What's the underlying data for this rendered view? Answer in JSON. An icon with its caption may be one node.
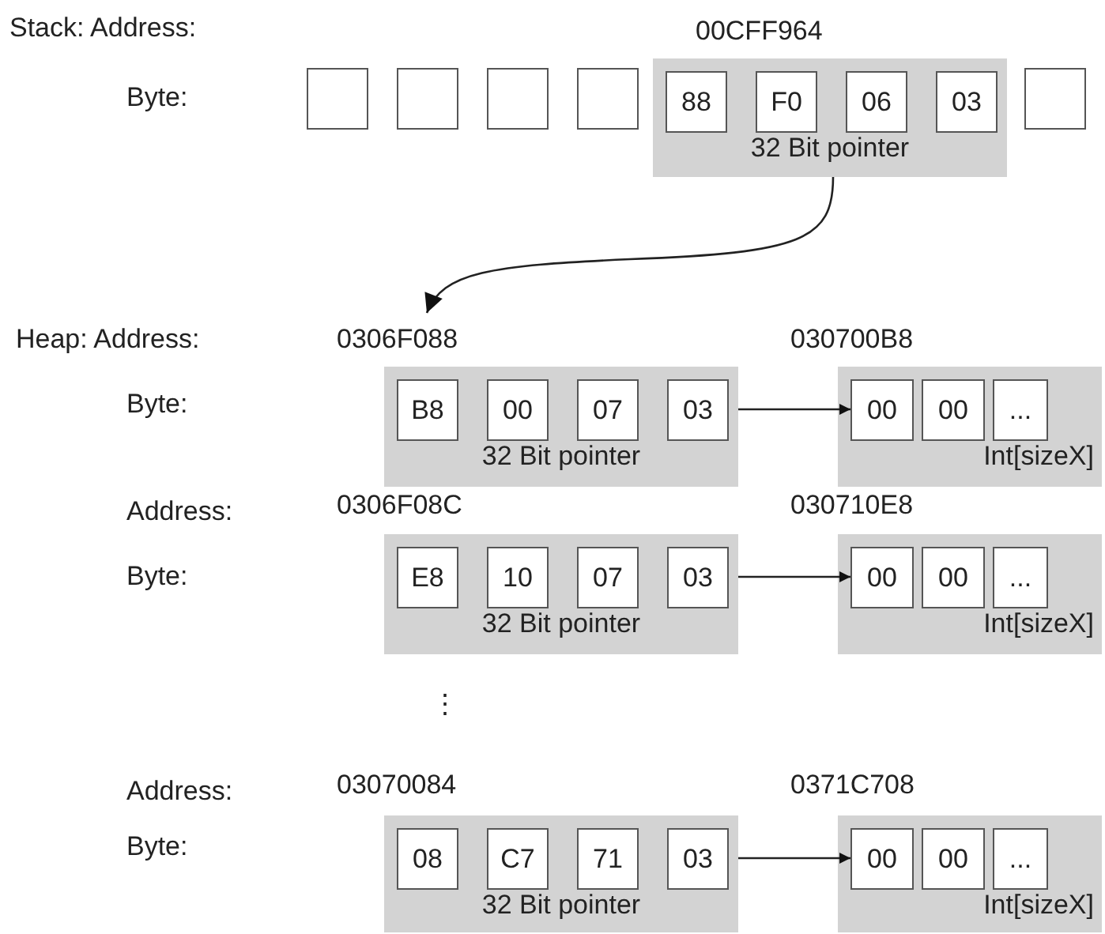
{
  "diagram": {
    "nodes": [
      {
        "text": [],
        "shape": "box"
      },
      {
        "text": [],
        "shape": "box"
      },
      {
        "text": [],
        "shape": "box"
      },
      {
        "text": [],
        "shape": "box"
      },
      {
        "text": [
          "00CFF964",
          "32 Bit pointer"
        ]
      },
      {
        "text": [
          "88"
        ],
        "in": 4
      },
      {
        "text": [
          "F0"
        ],
        "in": 4
      },
      {
        "text": [
          "06"
        ],
        "in": 4
      },
      {
        "text": [
          "03"
        ],
        "in": 4
      },
      {
        "text": [],
        "shape": "box"
      },
      {
        "text": [
          "0306F088",
          "32 Bit pointer"
        ]
      },
      {
        "text": [
          "B8"
        ],
        "in": 10
      },
      {
        "text": [
          "00"
        ],
        "in": 10
      },
      {
        "text": [
          "07"
        ],
        "in": 10
      },
      {
        "text": [
          "03"
        ],
        "in": 10
      },
      {
        "text": [
          "030700B8",
          "Int[sizeX]"
        ]
      },
      {
        "text": [
          "00"
        ],
        "in": 15
      },
      {
        "text": [
          "00"
        ],
        "in": 15
      },
      {
        "text": [
          "..."
        ],
        "in": 15
      },
      {
        "text": [
          "0306F08C",
          "32 Bit pointer"
        ]
      },
      {
        "text": [
          "E8"
        ],
        "in": 19
      },
      {
        "text": [
          "10"
        ],
        "in": 19
      },
      {
        "text": [
          "07"
        ],
        "in": 19
      },
      {
        "text": [
          "03"
        ],
        "in": 19
      },
      {
        "text": [
          "030710E8",
          "Int[sizeX]"
        ]
      },
      {
        "text": [
          "00"
        ],
        "in": 24
      },
      {
        "text": [
          "00"
        ],
        "in": 24
      },
      {
        "text": [
          "..."
        ],
        "in": 24
      },
      {
        "text": [
          "03070084",
          "32 Bit pointer"
        ]
      },
      {
        "text": [
          "08"
        ],
        "in": 28
      },
      {
        "text": [
          "C7"
        ],
        "in": 28
      },
      {
        "text": [
          "71"
        ],
        "in": 28
      },
      {
        "text": [
          "03"
        ],
        "in": 28
      },
      {
        "text": [
          "0371C708",
          "Int[sizeX]"
        ]
      },
      {
        "text": [
          "00"
        ],
        "in": 33
      },
      {
        "text": [
          "00"
        ],
        "in": 33
      },
      {
        "text": [
          "..."
        ],
        "in": 33
      }
    ],
    "edges": [
      {
        "from": 4,
        "to": 10,
        "arrow": "to"
      },
      {
        "from": 10,
        "to": 16,
        "arrow": "to"
      },
      {
        "from": 19,
        "to": 25,
        "arrow": "to"
      },
      {
        "from": 28,
        "to": 34,
        "arrow": "to"
      }
    ],
    "labels": [
      "Stack: Address:",
      "Byte:",
      "Heap: Address:",
      "Byte:",
      "Address:",
      "Byte:",
      "⋮",
      "Address:",
      "Byte:"
    ]
  }
}
